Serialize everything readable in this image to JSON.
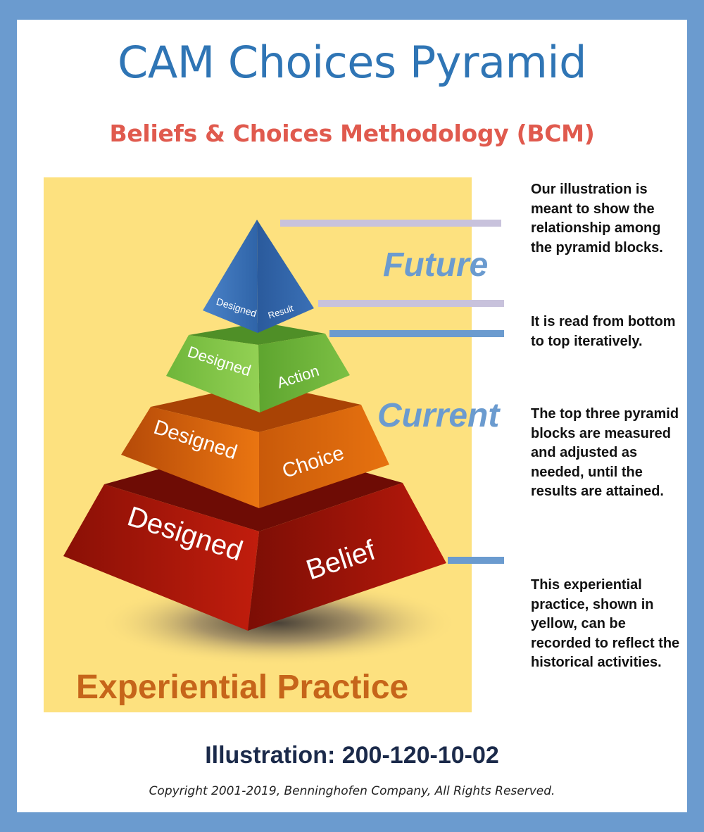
{
  "header": {
    "title": "CAM Choices Pyramid",
    "subtitle": "Beliefs & Choices Methodology (BCM)"
  },
  "pyramid": {
    "top": {
      "left_label": "Designed",
      "right_label": "Result",
      "color": "#3d72b8"
    },
    "tier2": {
      "left_label": "Designed",
      "right_label": "Action",
      "color": "#7fc241"
    },
    "tier3": {
      "left_label": "Designed",
      "right_label": "Choice",
      "color": "#e06a0e"
    },
    "base": {
      "left_label": "Designed",
      "right_label": "Belief",
      "color": "#b0180c"
    }
  },
  "zones": {
    "future": "Future",
    "current": "Current",
    "practice": "Experiential Practice"
  },
  "notes": [
    "Our illustration is meant to show the relationship among the pyramid blocks.",
    "It is read from bottom to top iteratively.",
    "The top three pyramid blocks are measured and adjusted as needed, until the results are attained.",
    "This experiential practice, shown in yellow, can be recorded to reflect the historical activities."
  ],
  "footer": {
    "illustration": "Illustration: 200-120-10-02",
    "copyright": "Copyright 2001-2019, Benninghofen Company, All Rights Reserved."
  },
  "colors": {
    "frame": "#6b9bcf",
    "title": "#2f75b5",
    "subtitle": "#e05a4e",
    "practice_bg": "#fde17f",
    "practice_text": "#c6651a",
    "zone_text": "#6b9bcf"
  }
}
